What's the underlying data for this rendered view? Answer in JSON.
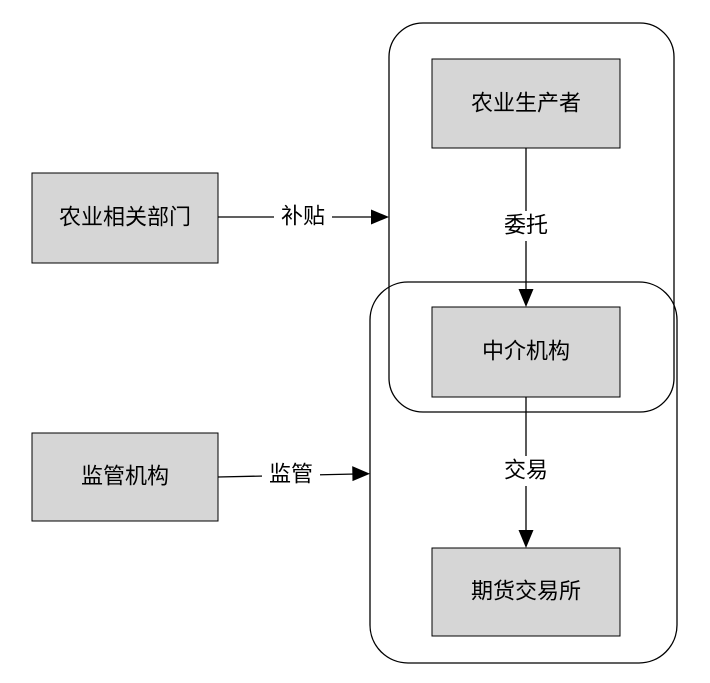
{
  "nodes": {
    "producer": "农业生产者",
    "department": "农业相关部门",
    "intermediary": "中介机构",
    "regulator": "监管机构",
    "exchange": "期货交易所"
  },
  "edges": {
    "subsidy": "补贴",
    "entrust": "委托",
    "regulate": "监管",
    "trade": "交易"
  },
  "colors": {
    "node_fill": "#d6d6d6",
    "stroke": "#000000",
    "background": "#ffffff"
  }
}
